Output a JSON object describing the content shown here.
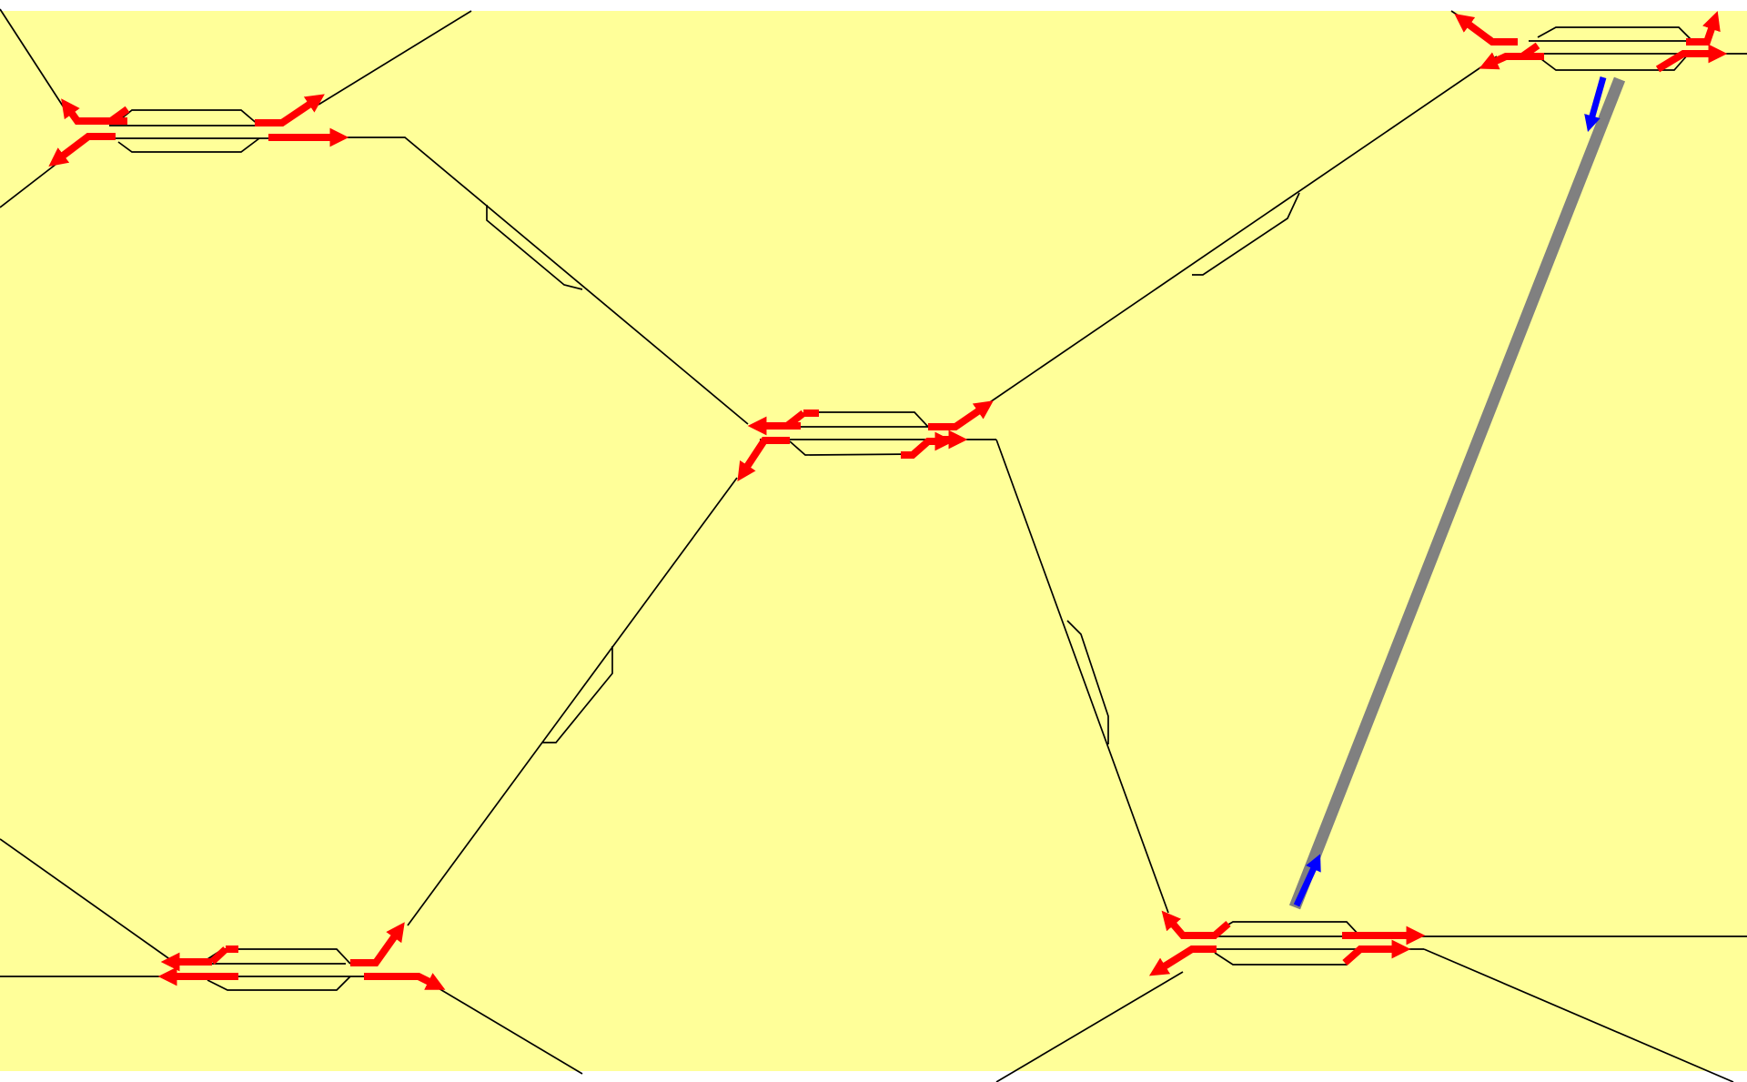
{
  "colors": {
    "background": "#FFFF99",
    "border": "#FFFFFF",
    "track": "#000000",
    "signal": "#FF0000",
    "train": "#0000FF",
    "active_route": "#808080"
  },
  "stations": [
    {
      "id": "station-northwest",
      "tracks": 2
    },
    {
      "id": "station-northeast",
      "tracks": 2
    },
    {
      "id": "station-center",
      "tracks": 2
    },
    {
      "id": "station-southwest",
      "tracks": 2
    },
    {
      "id": "station-southeast",
      "tracks": 2
    }
  ],
  "signals": [
    {
      "id": "signal-nw-1",
      "icon": "red-arrow-icon"
    },
    {
      "id": "signal-nw-2",
      "icon": "red-arrow-icon"
    },
    {
      "id": "signal-nw-3",
      "icon": "red-arrow-icon"
    },
    {
      "id": "signal-nw-4",
      "icon": "red-arrow-icon"
    },
    {
      "id": "signal-ne-1",
      "icon": "red-arrow-icon"
    },
    {
      "id": "signal-ne-2",
      "icon": "red-arrow-icon"
    },
    {
      "id": "signal-ne-3",
      "icon": "red-arrow-icon"
    },
    {
      "id": "signal-ne-4",
      "icon": "red-arrow-icon"
    },
    {
      "id": "signal-c-1",
      "icon": "red-arrow-icon"
    },
    {
      "id": "signal-c-2",
      "icon": "red-arrow-icon"
    },
    {
      "id": "signal-c-3",
      "icon": "red-arrow-icon"
    },
    {
      "id": "signal-c-4",
      "icon": "red-arrow-icon"
    },
    {
      "id": "signal-c-5",
      "icon": "red-arrow-icon"
    },
    {
      "id": "signal-sw-1",
      "icon": "red-arrow-icon"
    },
    {
      "id": "signal-sw-2",
      "icon": "red-arrow-icon"
    },
    {
      "id": "signal-sw-3",
      "icon": "red-arrow-icon"
    },
    {
      "id": "signal-sw-4",
      "icon": "red-arrow-icon"
    },
    {
      "id": "signal-se-1",
      "icon": "red-arrow-icon"
    },
    {
      "id": "signal-se-2",
      "icon": "red-arrow-icon"
    },
    {
      "id": "signal-se-3",
      "icon": "red-arrow-icon"
    },
    {
      "id": "signal-se-4",
      "icon": "red-arrow-icon"
    }
  ],
  "trains": [
    {
      "id": "train-northeast",
      "icon": "blue-arrow-icon"
    },
    {
      "id": "train-southeast",
      "icon": "blue-arrow-icon"
    }
  ],
  "routes": [
    {
      "id": "active-route-ne-se"
    }
  ]
}
